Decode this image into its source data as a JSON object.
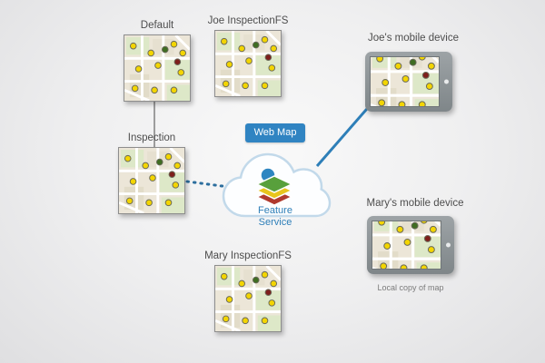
{
  "nodes": {
    "default_map": {
      "label": "Default"
    },
    "joe_fs_map": {
      "label": "Joe InspectionFS"
    },
    "inspection_map": {
      "label": "Inspection"
    },
    "mary_fs_map": {
      "label": "Mary InspectionFS"
    },
    "joe_device": {
      "label": "Joe's mobile device"
    },
    "mary_device": {
      "label": "Mary's mobile device",
      "caption": "Local copy of map"
    },
    "cloud": {
      "badge_label": "Web Map",
      "service_label": "Feature Service"
    }
  },
  "icons": {
    "cloud": "cloud-icon",
    "layers": "feature-layers-icon",
    "map_thumbnail": "street-map-thumbnail",
    "camera": "tablet-camera-dot"
  },
  "colors": {
    "badge_blue": "#3084c2",
    "link_blue": "#2e7fb8",
    "dotted_link_blue": "#2c6e9e",
    "connector_gray": "#9d9d9d",
    "label_gray": "#4d4d4d",
    "map_dot_yellow": "#f3d501",
    "map_dot_green": "#3f6d22",
    "map_dot_red": "#7e1f1c"
  }
}
